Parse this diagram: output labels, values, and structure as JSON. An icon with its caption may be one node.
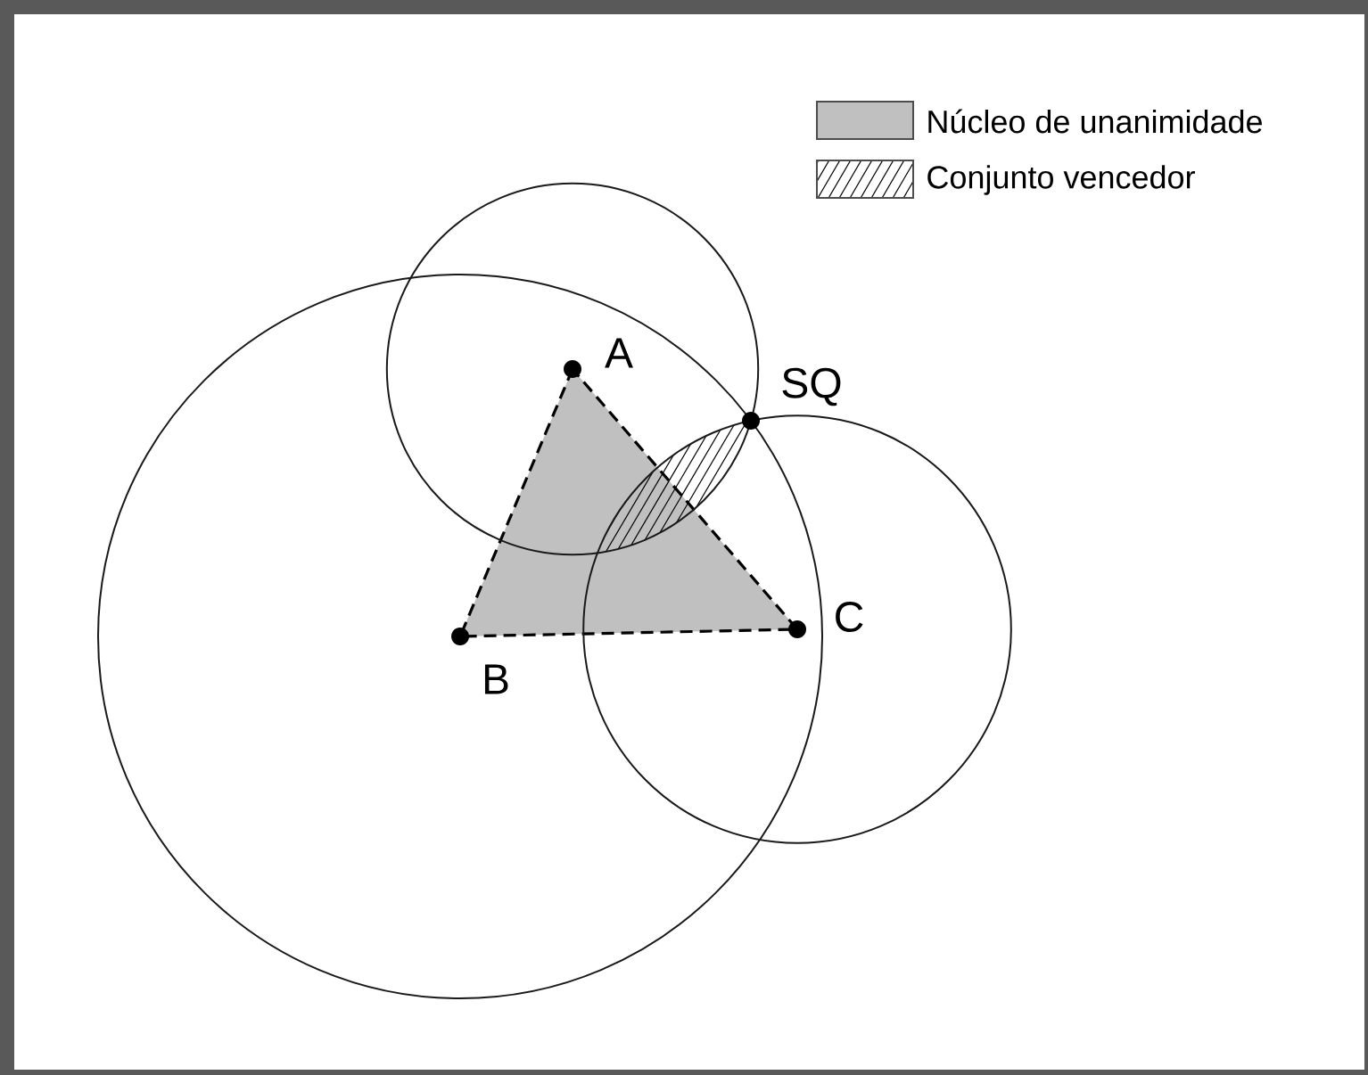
{
  "diagram": {
    "labels": [
      "A",
      "SQ",
      "B",
      "C"
    ],
    "legend": [
      {
        "text": "Núcleo de unanimidade",
        "color": "#c0c0c0"
      },
      {
        "text": "Conjunto vencedor"
      }
    ]
  }
}
